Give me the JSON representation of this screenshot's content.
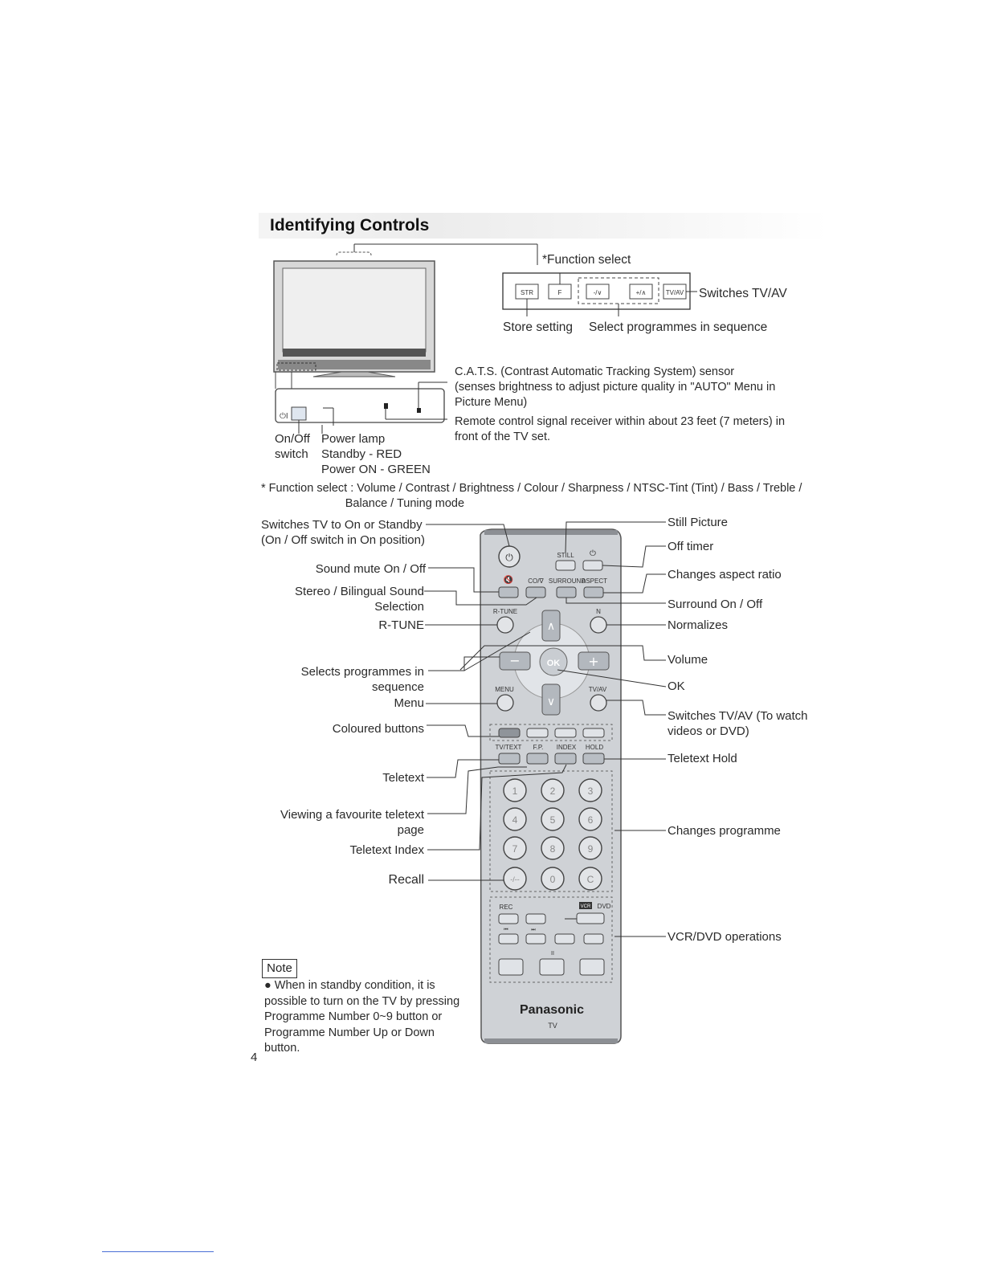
{
  "heading": "Identifying Controls",
  "panel": {
    "function_select": "*Function select",
    "keys": [
      "STR",
      "F",
      "-/∨",
      "+/∧",
      "TV/AV"
    ],
    "switches_tvav": "Switches TV/AV",
    "store_setting": "Store setting",
    "select_programmes": "Select programmes in sequence"
  },
  "tv": {
    "cats_text": "C.A.T.S. (Contrast Automatic Tracking System) sensor\n(senses brightness to adjust picture quality in \"AUTO\" Menu in\nPicture Menu)",
    "remote_receiver": "Remote control signal receiver within about 23 feet (7 meters) in\nfront of the TV set.",
    "onoff_switch": "On/Off\nswitch",
    "power_lamp": "Power lamp\nStandby - RED\nPower ON - GREEN"
  },
  "function_select_note": "* Function select : Volume / Contrast / Brightness / Colour / Sharpness / NTSC-Tint (Tint) / Bass / Treble /\n                          Balance / Tuning mode",
  "left_labels": {
    "standby": "Switches TV to On or Standby\n(On / Off switch in On position)",
    "mute": "Sound mute On / Off",
    "stereo": "Stereo / Bilingual Sound\nSelection",
    "rtune": "R-TUNE",
    "selects": "Selects programmes in\nsequence",
    "menu": "Menu",
    "coloured": "Coloured buttons",
    "teletext": "Teletext",
    "favourite": "Viewing a favourite teletext\npage",
    "index": "Teletext Index",
    "recall": "Recall"
  },
  "right_labels": {
    "still": "Still Picture",
    "off_timer": "Off timer",
    "aspect": "Changes aspect ratio",
    "surround": "Surround On / Off",
    "normalizes": "Normalizes",
    "volume": "Volume",
    "ok": "OK",
    "tvav": "Switches TV/AV (To watch\nvideos or DVD)",
    "hold": "Teletext Hold",
    "programme": "Changes programme",
    "vcr": "VCR/DVD operations"
  },
  "remote": {
    "still": "STILL",
    "dual": "CO/∇",
    "surround": "SURROUND",
    "aspect": "ASPECT",
    "rtune": "R-TUNE",
    "n": "N",
    "ok": "OK",
    "menu": "MENU",
    "tvav": "TV/AV",
    "teletext_row": [
      "TV/TEXT",
      "F.P.",
      "INDEX",
      "HOLD"
    ],
    "digits": [
      "1",
      "2",
      "3",
      "4",
      "5",
      "6",
      "7",
      "8",
      "9",
      "-/--",
      "0",
      "C"
    ],
    "rec": "REC",
    "vcr": "VCR",
    "dvd": "DVD",
    "pause": "II",
    "brand": "Panasonic",
    "tv": "TV"
  },
  "note": {
    "label": "Note",
    "text": "● When in standby condition, it is possible to turn on the TV by pressing Programme Number 0~9 button or Programme Number Up or Down button."
  },
  "page_number": "4"
}
